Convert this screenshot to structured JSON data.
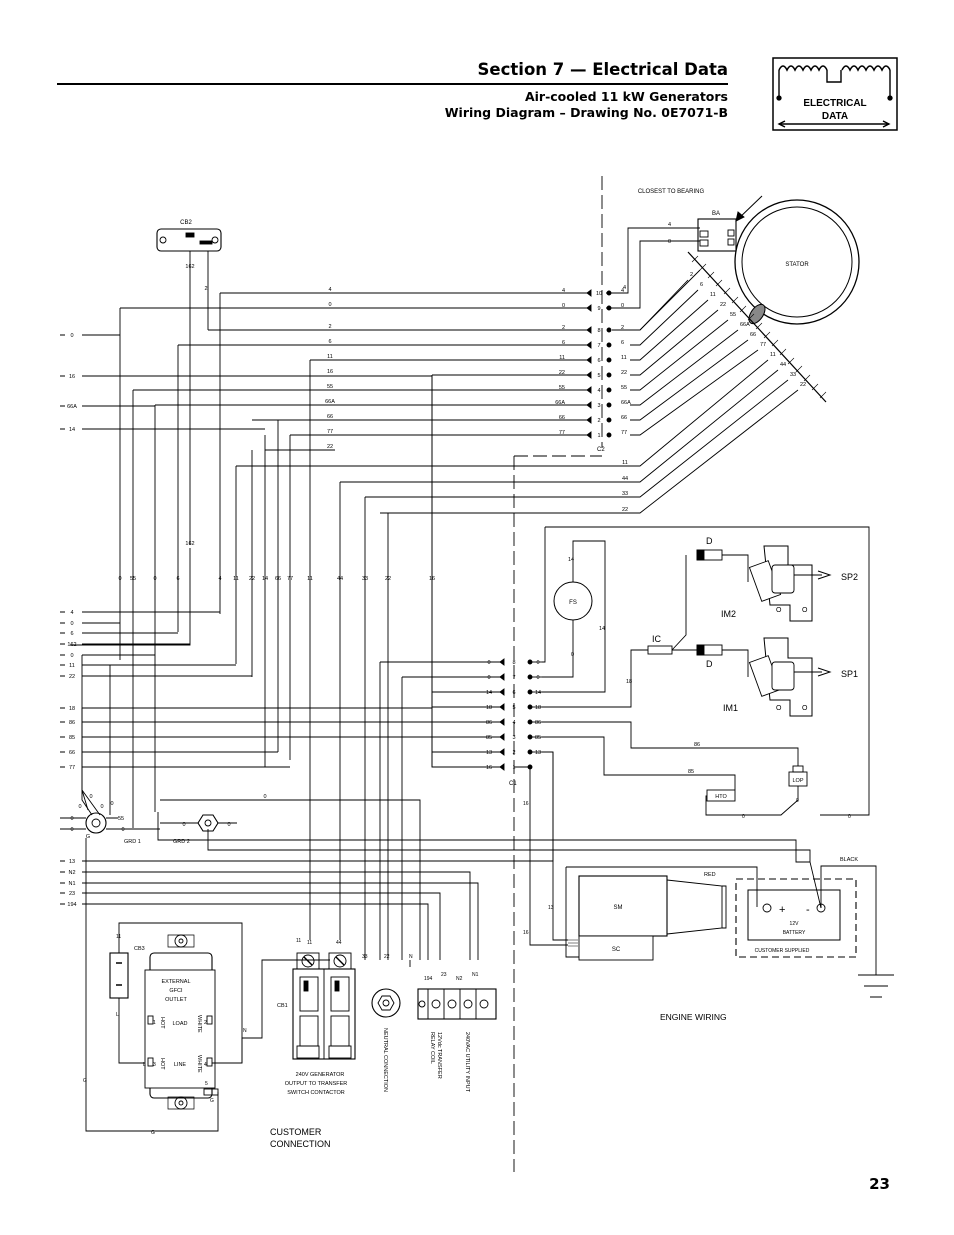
{
  "header": {
    "section_title": "Section 7 — Electrical Data",
    "subtitle_line1": "Air-cooled 11 kW Generators",
    "subtitle_line2": "Wiring Diagram – Drawing No. 0E7071-B",
    "badge_line1": "ELECTRICAL",
    "badge_line2": "DATA"
  },
  "page_number": "23",
  "labels": {
    "closest_to_bearing": "CLOSEST TO BEARING",
    "ba": "BA",
    "stator": "STATOR",
    "cb2": "CB2",
    "c2": "C2",
    "c1": "C1",
    "fs": "FS",
    "d_top": "D",
    "d_bottom": "D",
    "ic": "IC",
    "im2": "IM2",
    "im1": "IM1",
    "sp2": "SP2",
    "sp1": "SP1",
    "hto": "HTO",
    "lop": "LOP",
    "red": "RED",
    "black": "BLACK",
    "sm": "SM",
    "sc": "SC",
    "battery_12v": "12V",
    "battery": "BATTERY",
    "customer_supplied": "CUSTOMER SUPPLIED",
    "engine_wiring": "ENGINE WIRING",
    "grd1": "GRD 1",
    "grd2": "GRD 2",
    "cb3": "CB3",
    "cb1": "CB1",
    "gfci_line1": "EXTERNAL",
    "gfci_line2": "GFCI",
    "gfci_line3": "OUTLET",
    "load": "LOAD",
    "line": "LINE",
    "hot": "HOT",
    "white": "WHITE",
    "contactor_line1": "240V GENERATOR",
    "contactor_line2": "OUTPUT TO TRANSFER",
    "contactor_line3": "SWITCH CONTACTOR",
    "neutral_connection": "NEUTRAL CONNECTION",
    "relay_coil_line1": "12Vdc TRANSFER",
    "relay_coil_line2": "RELAY COIL",
    "utility_input": "240VAC UTILITY INPUT",
    "customer_line1": "CUSTOMER",
    "customer_line2": "CONNECTION",
    "plus": "+",
    "minus": "-"
  },
  "left_terminal_upper": [
    "0",
    "16",
    "66A",
    "14"
  ],
  "left_terminal_mid": [
    "4",
    "0",
    "6",
    "162",
    "0",
    "11",
    "22",
    "18",
    "86",
    "85",
    "66",
    "77"
  ],
  "left_terminal_lower": [
    "13",
    "N2",
    "N1",
    "23",
    "194"
  ],
  "c2_pins": [
    {
      "pin": "10",
      "left": "4",
      "right": "4"
    },
    {
      "pin": "9",
      "left": "0",
      "right": "0"
    },
    {
      "pin": "8",
      "left": "2",
      "right": "2"
    },
    {
      "pin": "7",
      "left": "6",
      "right": "6"
    },
    {
      "pin": "6",
      "left": "11",
      "right": "11"
    },
    {
      "pin": "5",
      "left": "22",
      "right": "22"
    },
    {
      "pin": "4",
      "left": "55",
      "right": "55"
    },
    {
      "pin": "3",
      "left": "66A",
      "right": "66A"
    },
    {
      "pin": "2",
      "left": "66",
      "right": "66"
    },
    {
      "pin": "1",
      "left": "77",
      "right": "77"
    }
  ],
  "c1_pins": [
    {
      "pin": "8",
      "left": "0",
      "right": "0"
    },
    {
      "pin": "7",
      "left": "0",
      "right": "0"
    },
    {
      "pin": "6",
      "left": "14",
      "right": "14"
    },
    {
      "pin": "5",
      "left": "18",
      "right": "18"
    },
    {
      "pin": "4",
      "left": "86",
      "right": "86"
    },
    {
      "pin": "3",
      "left": "85",
      "right": "85"
    },
    {
      "pin": "2",
      "left": "13",
      "right": "13"
    },
    {
      "pin": "1",
      "left": "16",
      "right": ""
    }
  ],
  "bus_wire_labels": [
    "4",
    "0",
    "2",
    "6",
    "11",
    "16",
    "55",
    "66A",
    "66",
    "77",
    "22"
  ],
  "stator_fan_labels": [
    "2",
    "6",
    "11",
    "22",
    "55",
    "66A",
    "66",
    "77",
    "11",
    "44",
    "33",
    "22"
  ],
  "stator_feed_labels": [
    "11",
    "44",
    "33",
    "22"
  ],
  "vertical_wire_labels": [
    "0",
    "55",
    "0",
    "6",
    "4",
    "11",
    "22",
    "14",
    "66",
    "77",
    "11",
    "44",
    "33",
    "22",
    "16"
  ],
  "colors": {
    "ink": "#000000",
    "paper": "#ffffff"
  }
}
